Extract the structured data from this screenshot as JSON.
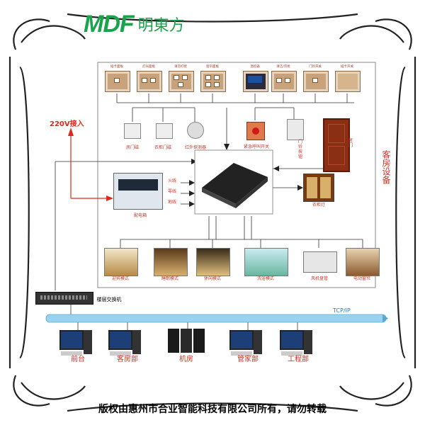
{
  "brand": {
    "logo_mark": "MDF",
    "logo_name": "明東方"
  },
  "top_panels": [
    "插卡面板",
    "灯光面板",
    "请勿打扰",
    "窗帘面板",
    "温控器",
    "清洁/勿扰",
    "门铃开关",
    "插卡开关"
  ],
  "power_label": "220V接入",
  "sensors": [
    "房门磁",
    "衣柜门磁",
    "红外探测器"
  ],
  "emergency_button": "紧急呼叫开关",
  "doorbell_label": "门铃按钮",
  "door_label": "房门",
  "room_devices_label": "客房设备",
  "distribution_box": {
    "label": "配电箱",
    "lines": [
      "火线",
      "零线",
      "地线"
    ]
  },
  "wardrobe_light": "衣柜灯",
  "scenes": [
    "迎宾模式",
    "睡眠模式",
    "休闲模式",
    "洗浴模式",
    "风机盘管",
    "电动窗帘"
  ],
  "switch_label": "楼层交换机",
  "bus_label": "TCP/IP",
  "terminals": [
    "前台",
    "客房部",
    "机房",
    "管家部",
    "工程部"
  ],
  "footer": "版权由惠州市合业智能科技有限公司所有，请勿转载",
  "colors": {
    "accent_green": "#19a34a",
    "bus_blue": "#9ad3f0",
    "arrow_red": "#e0281a"
  }
}
